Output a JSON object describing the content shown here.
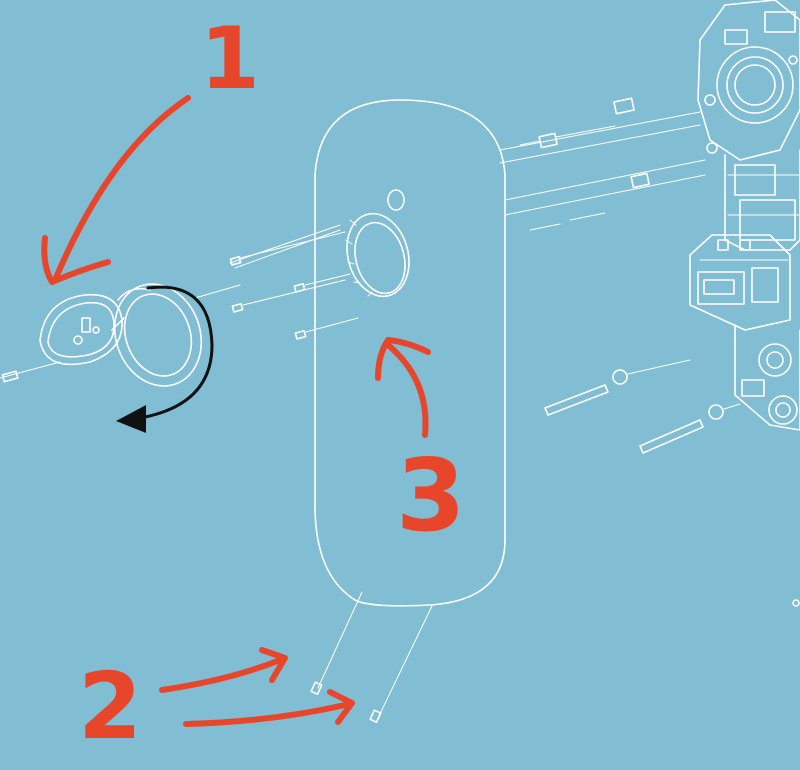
{
  "colors": {
    "background": "#81BDD3",
    "line": "#FFFFFF",
    "annotation": "#E8462B",
    "rotation_arrow": "#111111"
  },
  "annotations": {
    "step1": "1",
    "step2": "2",
    "step3": "3"
  },
  "icons": {
    "rotation": "counterclockwise-arrow-icon",
    "pointer": "hand-drawn-arrow-icon"
  }
}
